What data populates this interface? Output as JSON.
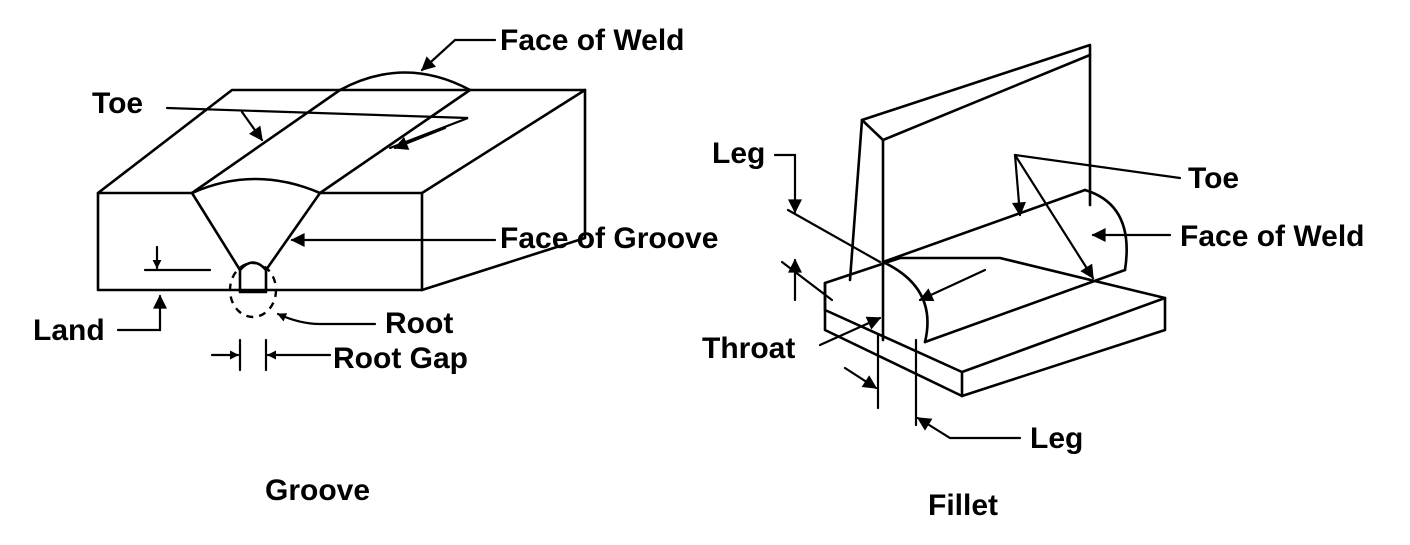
{
  "groove": {
    "caption": "Groove",
    "labels": {
      "face_of_weld": "Face of Weld",
      "toe": "Toe",
      "face_of_groove": "Face of Groove",
      "land": "Land",
      "root": "Root",
      "root_gap": "Root Gap"
    }
  },
  "fillet": {
    "caption": "Fillet",
    "labels": {
      "leg_top": "Leg",
      "toe": "Toe",
      "face_of_weld": "Face of Weld",
      "throat": "Throat",
      "leg_bottom": "Leg"
    }
  },
  "colors": {
    "ink": "#000000",
    "background": "#ffffff"
  }
}
